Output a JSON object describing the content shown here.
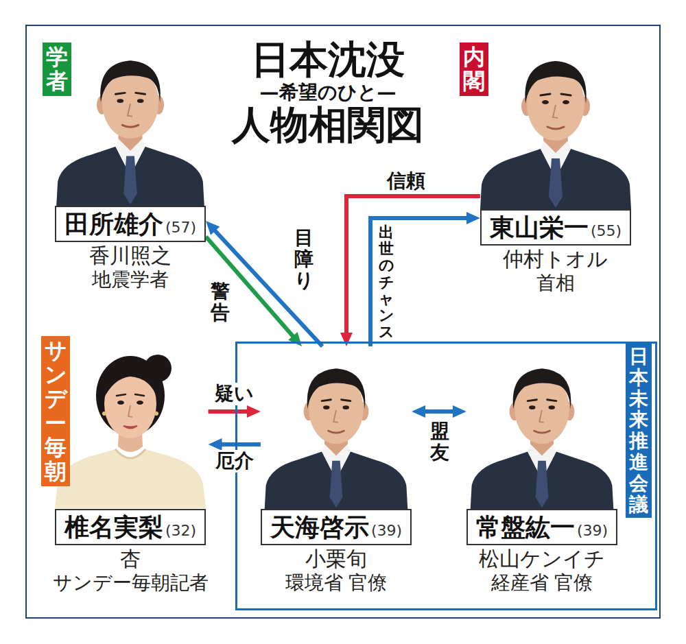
{
  "diagram": {
    "title": "日本沈没",
    "nodes": [
      {
        "text": [
          "学者",
          "田所雄介",
          "(57)",
          "香川照之",
          "地震学者"
        ]
      },
      {
        "text": [
          "内閣",
          "東山栄一",
          "(55)",
          "仲村トオル",
          "首相"
        ]
      },
      {
        "text": [
          "サンデー毎朝",
          "椎名実梨",
          "(32)",
          "杏",
          "サンデー毎朝記者"
        ]
      },
      {
        "text": [
          "日本未来推進会議"
        ]
      },
      {
        "text": [
          "天海啓示",
          "(39)",
          "小栗旬",
          "環境省 官僚"
        ],
        "in": 3
      },
      {
        "text": [
          "常盤紘一",
          "(39)",
          "松山ケンイチ",
          "経産省 官僚"
        ],
        "in": 3
      }
    ],
    "edges": [
      {
        "from": 0,
        "to": 4,
        "label": "警告",
        "arrow": "to"
      },
      {
        "from": 4,
        "to": 0,
        "label": "目障り",
        "arrow": "to"
      },
      {
        "from": 1,
        "to": 4,
        "label": "信頼",
        "arrow": "to"
      },
      {
        "from": 4,
        "to": 1,
        "label": "出世のチャンス",
        "arrow": "to"
      },
      {
        "from": 2,
        "to": 4,
        "label": "疑い",
        "arrow": "to"
      },
      {
        "from": 4,
        "to": 2,
        "label": "厄介",
        "arrow": "to"
      },
      {
        "from": 4,
        "to": 5,
        "label": "盟友",
        "arrow": "both"
      }
    ],
    "labels": [
      "—希望のひと—",
      "人物相関図"
    ]
  }
}
